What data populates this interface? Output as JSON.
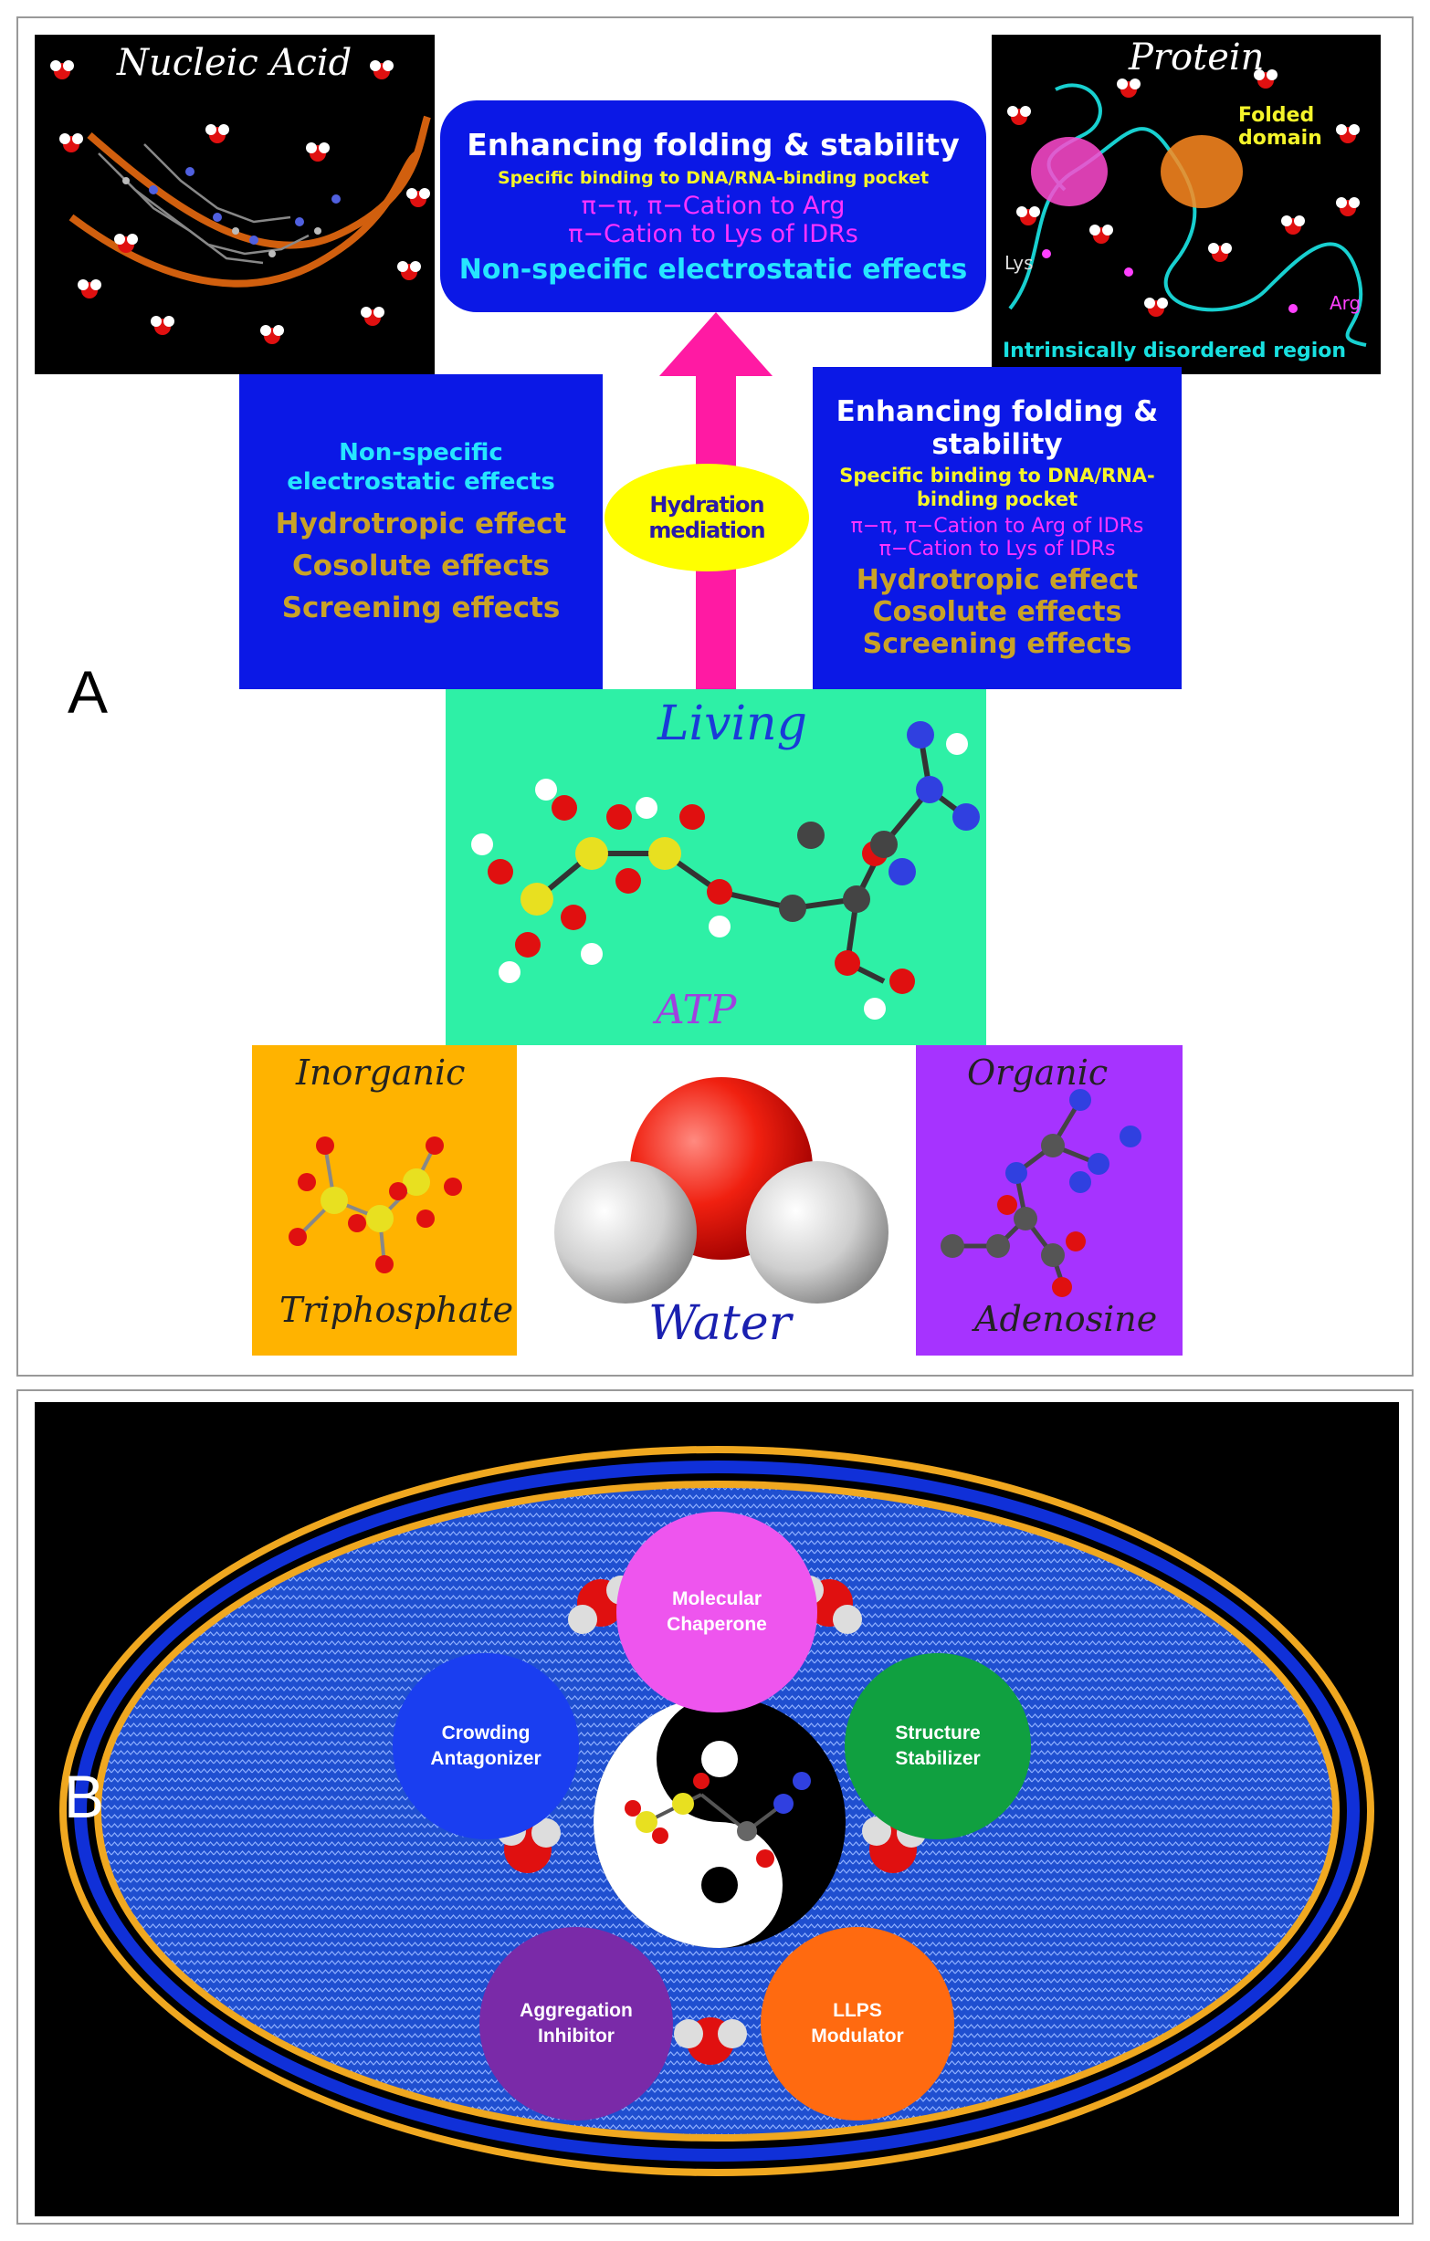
{
  "panelA": {
    "letter": "A",
    "nucleic_acid": {
      "title": "Nucleic Acid"
    },
    "protein": {
      "title": "Protein",
      "folded_domain": "Folded domain",
      "lys": "Lys",
      "arg": "Arg",
      "idr": "Intrinsically disordered region"
    },
    "top_box": {
      "title": "Enhancing folding & stability",
      "specific": "Specific binding to DNA/RNA-binding pocket",
      "pi1": "π−π, π−Cation to Arg",
      "pi2": "π−Cation to Lys of IDRs",
      "nonspecific": "Non-specific electrostatic effects"
    },
    "left_box": {
      "nonspecific": "Non-specific electrostatic effects",
      "hydrotropic": "Hydrotropic effect",
      "cosolute": "Cosolute effects",
      "screening": "Screening effects"
    },
    "hydration": "Hydration mediation",
    "right_box": {
      "title": "Enhancing folding & stability",
      "specific": "Specific binding to DNA/RNA-binding pocket",
      "pi1": "π−π, π−Cation to Arg of IDRs",
      "pi2": "π−Cation to Lys of IDRs",
      "hydrotropic": "Hydrotropic effect",
      "cosolute": "Cosolute effects",
      "screening": "Screening effects"
    },
    "atp_box": {
      "living": "Living",
      "atp": "ATP"
    },
    "inorganic": {
      "title": "Inorganic",
      "label": "Triphosphate"
    },
    "water": "Water",
    "organic": {
      "title": "Organic",
      "label": "Adenosine"
    },
    "colors": {
      "blue_box": "#0b18e6",
      "atp_green": "#2ef0a6",
      "inorganic_orange": "#ffb300",
      "organic_purple": "#a633ff",
      "arrow_pink": "#ff1aa3",
      "hydration_yellow": "#ffff00"
    }
  },
  "panelB": {
    "letter": "B",
    "circles": [
      {
        "label": "Molecular Chaperone",
        "color": "#ee55ee"
      },
      {
        "label": "Crowding Antagonizer",
        "color": "#1a3ef0"
      },
      {
        "label": "Structure Stabilizer",
        "color": "#10a040"
      },
      {
        "label": "Aggregation Inhibitor",
        "color": "#7a2aa8"
      },
      {
        "label": "LLPS Modulator",
        "color": "#ff6a10"
      }
    ],
    "colors": {
      "ring_gold": "#f0a820",
      "ring_blue": "#1030d8",
      "field_blue": "#1f4fd0"
    }
  }
}
